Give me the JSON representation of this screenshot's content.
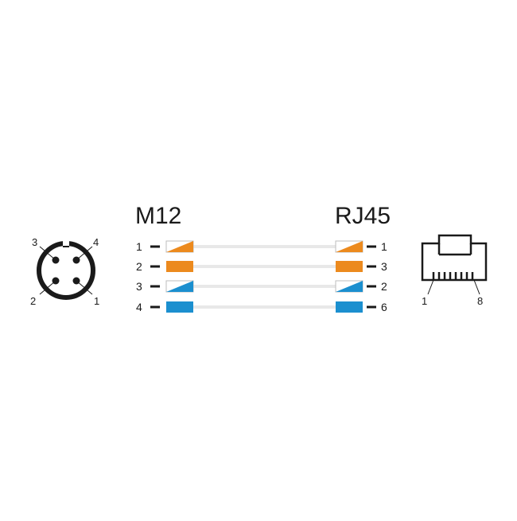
{
  "colors": {
    "orange": "#ec8a1e",
    "blue": "#1b8fcf",
    "line": "#1a1a1a",
    "cable": "#d0d0d0",
    "background": "#ffffff"
  },
  "headings": {
    "left": "M12",
    "right": "RJ45"
  },
  "m12_connector": {
    "icon": "m12-socket-icon",
    "pin_labels": [
      "1",
      "2",
      "3",
      "4"
    ]
  },
  "rj45_connector": {
    "icon": "rj45-plug-icon",
    "pin_left": "1",
    "pin_right": "8"
  },
  "wires": [
    {
      "m12_pin": "1",
      "rj45_pin": "1",
      "color": "orange",
      "style": "striped"
    },
    {
      "m12_pin": "2",
      "rj45_pin": "3",
      "color": "orange",
      "style": "solid"
    },
    {
      "m12_pin": "3",
      "rj45_pin": "2",
      "color": "blue",
      "style": "striped"
    },
    {
      "m12_pin": "4",
      "rj45_pin": "6",
      "color": "blue",
      "style": "solid"
    }
  ]
}
